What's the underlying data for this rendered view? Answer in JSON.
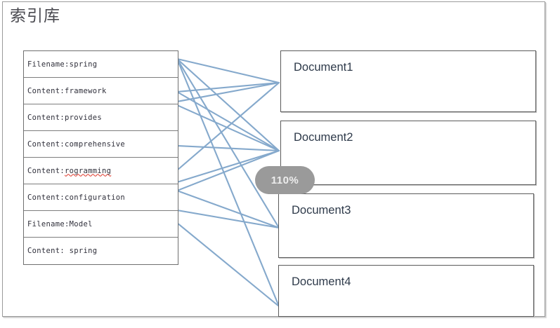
{
  "page": {
    "title": "索引库"
  },
  "index_table": {
    "name": "index-library-table",
    "rows": [
      {
        "label": "Filename:spring",
        "misspelled": false
      },
      {
        "label": "Content:framework",
        "misspelled": false
      },
      {
        "label": "Content:provides",
        "misspelled": false
      },
      {
        "label": "Content:comprehensive",
        "misspelled": false
      },
      {
        "label": "Content:rogramming",
        "misspelled": true,
        "prefix": "Content:",
        "flagged": "rogramming"
      },
      {
        "label": "Content:configuration",
        "misspelled": false
      },
      {
        "label": "Filename:Model",
        "misspelled": false
      },
      {
        "label": "Content: spring",
        "misspelled": false
      }
    ]
  },
  "documents": [
    {
      "label": "Document1"
    },
    {
      "label": "Document2"
    },
    {
      "label": "Document3"
    },
    {
      "label": "Document4"
    }
  ],
  "zoom_indicator": {
    "value": "110%"
  },
  "colors": {
    "connector_line": "#7ba2c8",
    "box_border": "#5a5a5a",
    "table_border": "#6f6f6f",
    "title_text": "#4a4a50",
    "doc_label_text": "#2e3a4a",
    "zoom_pill_bg": "#9a9a9a",
    "zoom_pill_text": "#ededed",
    "spellcheck_underline": "#e0483c",
    "page_border": "#9b9b9b"
  },
  "diagram_data": {
    "type": "bipartite-mapping",
    "description": "Inverted index terms on the left mapped by connector lines to matching documents on the right",
    "left_nodes": [
      "Filename:spring",
      "Content:framework",
      "Content:provides",
      "Content:comprehensive",
      "Content:rogramming",
      "Content:configuration",
      "Filename:Model",
      "Content: spring"
    ],
    "right_nodes": [
      "Document1",
      "Document2",
      "Document3",
      "Document4"
    ],
    "edges": [
      {
        "from": 0,
        "to": 0
      },
      {
        "from": 0,
        "to": 1
      },
      {
        "from": 0,
        "to": 2
      },
      {
        "from": 0,
        "to": 3
      },
      {
        "from": 1,
        "to": 0
      },
      {
        "from": 1,
        "to": 1
      },
      {
        "from": 2,
        "to": 0
      },
      {
        "from": 2,
        "to": 1
      },
      {
        "from": 3,
        "to": 1
      },
      {
        "from": 4,
        "to": 0
      },
      {
        "from": 4,
        "to": 1
      },
      {
        "from": 5,
        "to": 1
      },
      {
        "from": 5,
        "to": 2
      },
      {
        "from": 6,
        "to": 2
      },
      {
        "from": 7,
        "to": 3
      }
    ]
  }
}
